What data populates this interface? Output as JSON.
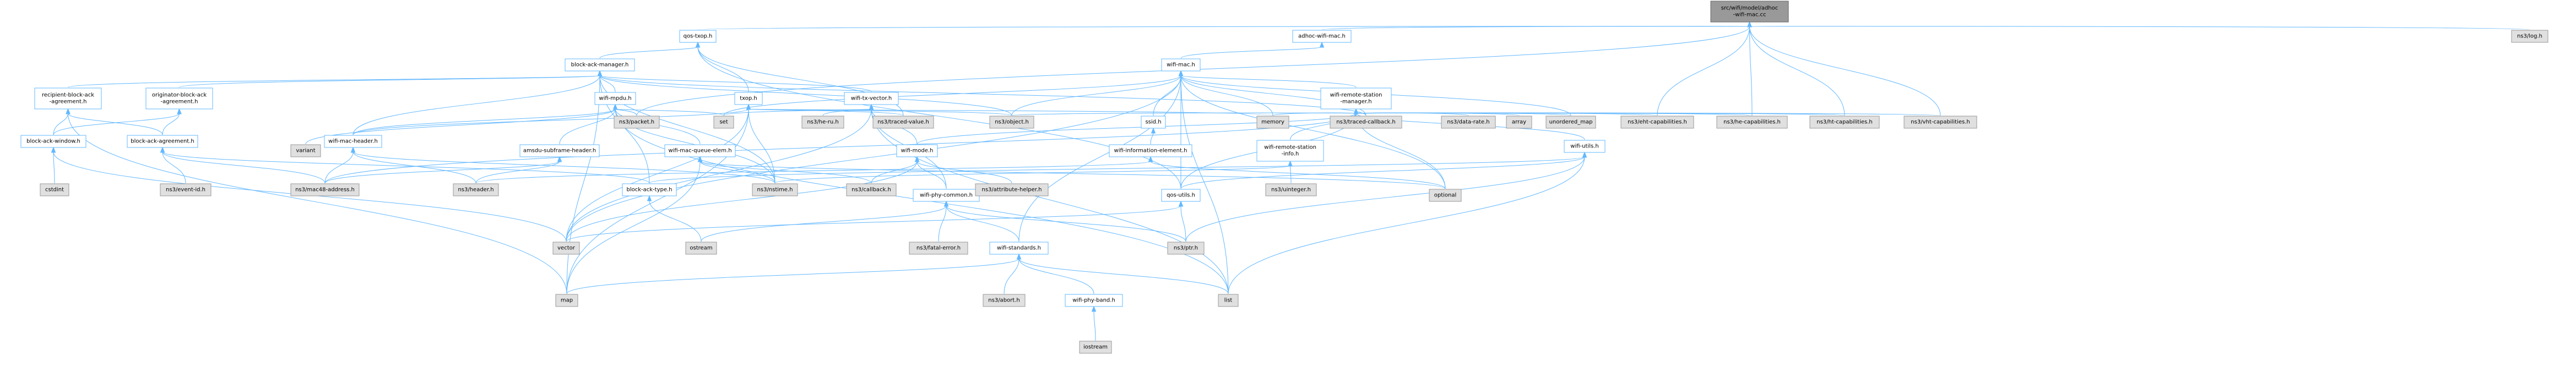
{
  "graph": {
    "colors": {
      "root_fill": "#999999",
      "root_border": "#666666",
      "file_fill": "#ffffff",
      "file_border": "#63b8ff",
      "system_fill": "#e0e0e0",
      "system_border": "#999999",
      "edge": "#63b8ff"
    },
    "nodes": [
      {
        "id": "root",
        "label": [
          "src/wifi/model/adhoc",
          "-wifi-mac.cc"
        ],
        "kind": "root"
      },
      {
        "id": "qos-txop-h",
        "label": [
          "qos-txop.h"
        ],
        "kind": "file"
      },
      {
        "id": "adhoc-wifi-mac-h",
        "label": [
          "adhoc-wifi-mac.h"
        ],
        "kind": "file"
      },
      {
        "id": "ns3-log-h",
        "label": [
          "ns3/log.h"
        ],
        "kind": "system"
      },
      {
        "id": "block-ack-manager-h",
        "label": [
          "block-ack-manager.h"
        ],
        "kind": "file"
      },
      {
        "id": "wifi-mac-h",
        "label": [
          "wifi-mac.h"
        ],
        "kind": "file"
      },
      {
        "id": "recipient-block-ack-agreement-h",
        "label": [
          "recipient-block-ack",
          "-agreement.h"
        ],
        "kind": "file"
      },
      {
        "id": "originator-block-ack-agreement-h",
        "label": [
          "originator-block-ack",
          "-agreement.h"
        ],
        "kind": "file"
      },
      {
        "id": "wifi-mpdu-h",
        "label": [
          "wifi-mpdu.h"
        ],
        "kind": "file"
      },
      {
        "id": "wifi-tx-vector-h",
        "label": [
          "wifi-tx-vector.h"
        ],
        "kind": "file"
      },
      {
        "id": "txop-h",
        "label": [
          "txop.h"
        ],
        "kind": "file"
      },
      {
        "id": "ssid-h",
        "label": [
          "ssid.h"
        ],
        "kind": "file"
      },
      {
        "id": "wifi-remote-station-manager-h",
        "label": [
          "wifi-remote-station",
          "-manager.h"
        ],
        "kind": "file"
      },
      {
        "id": "block-ack-window-h",
        "label": [
          "block-ack-window.h"
        ],
        "kind": "file"
      },
      {
        "id": "block-ack-agreement-h",
        "label": [
          "block-ack-agreement.h"
        ],
        "kind": "file"
      },
      {
        "id": "amsdu-subframe-header-h",
        "label": [
          "amsdu-subframe-header.h"
        ],
        "kind": "file"
      },
      {
        "id": "wifi-mac-header-h",
        "label": [
          "wifi-mac-header.h"
        ],
        "kind": "file"
      },
      {
        "id": "wifi-mac-queue-elem-h",
        "label": [
          "wifi-mac-queue-elem.h"
        ],
        "kind": "file"
      },
      {
        "id": "wifi-mode-h",
        "label": [
          "wifi-mode.h"
        ],
        "kind": "file"
      },
      {
        "id": "wifi-information-element-h",
        "label": [
          "wifi-information-element.h"
        ],
        "kind": "file"
      },
      {
        "id": "wifi-remote-station-info-h",
        "label": [
          "wifi-remote-station",
          "-info.h"
        ],
        "kind": "file"
      },
      {
        "id": "wifi-utils-h",
        "label": [
          "wifi-utils.h"
        ],
        "kind": "file"
      },
      {
        "id": "cstdint",
        "label": [
          "cstdint"
        ],
        "kind": "system"
      },
      {
        "id": "ns3-event-id-h",
        "label": [
          "ns3/event-id.h"
        ],
        "kind": "system"
      },
      {
        "id": "ns3-mac48-address-h",
        "label": [
          "ns3/mac48-address.h"
        ],
        "kind": "system"
      },
      {
        "id": "ns3-header-h",
        "label": [
          "ns3/header.h"
        ],
        "kind": "system"
      },
      {
        "id": "variant",
        "label": [
          "variant"
        ],
        "kind": "system"
      },
      {
        "id": "block-ack-type-h",
        "label": [
          "block-ack-type.h"
        ],
        "kind": "file"
      },
      {
        "id": "ns3-nstime-h",
        "label": [
          "ns3/nstime.h"
        ],
        "kind": "system"
      },
      {
        "id": "ns3-callback-h",
        "label": [
          "ns3/callback.h"
        ],
        "kind": "system"
      },
      {
        "id": "wifi-phy-common-h",
        "label": [
          "wifi-phy-common.h"
        ],
        "kind": "file"
      },
      {
        "id": "ns3-attribute-helper-h",
        "label": [
          "ns3/attribute-helper.h"
        ],
        "kind": "system"
      },
      {
        "id": "qos-utils-h",
        "label": [
          "qos-utils.h"
        ],
        "kind": "file"
      },
      {
        "id": "ns3-uinteger-h",
        "label": [
          "ns3/uinteger.h"
        ],
        "kind": "system"
      },
      {
        "id": "ns3-packet-h",
        "label": [
          "ns3/packet.h"
        ],
        "kind": "system"
      },
      {
        "id": "set",
        "label": [
          "set"
        ],
        "kind": "system"
      },
      {
        "id": "ns3-he-ru-h",
        "label": [
          "ns3/he-ru.h"
        ],
        "kind": "system"
      },
      {
        "id": "ns3-traced-value-h",
        "label": [
          "ns3/traced-value.h"
        ],
        "kind": "system"
      },
      {
        "id": "ns3-object-h",
        "label": [
          "ns3/object.h"
        ],
        "kind": "system"
      },
      {
        "id": "memory",
        "label": [
          "memory"
        ],
        "kind": "system"
      },
      {
        "id": "ns3-traced-callback-h",
        "label": [
          "ns3/traced-callback.h"
        ],
        "kind": "system"
      },
      {
        "id": "ns3-data-rate-h",
        "label": [
          "ns3/data-rate.h"
        ],
        "kind": "system"
      },
      {
        "id": "array",
        "label": [
          "array"
        ],
        "kind": "system"
      },
      {
        "id": "unordered_map",
        "label": [
          "unordered_map"
        ],
        "kind": "system"
      },
      {
        "id": "ns3-eht-capabilities-h",
        "label": [
          "ns3/eht-capabilities.h"
        ],
        "kind": "system"
      },
      {
        "id": "ns3-he-capabilities-h",
        "label": [
          "ns3/he-capabilities.h"
        ],
        "kind": "system"
      },
      {
        "id": "ns3-ht-capabilities-h",
        "label": [
          "ns3/ht-capabilities.h"
        ],
        "kind": "system"
      },
      {
        "id": "ns3-vht-capabilities-h",
        "label": [
          "ns3/vht-capabilities.h"
        ],
        "kind": "system"
      },
      {
        "id": "optional",
        "label": [
          "optional"
        ],
        "kind": "system"
      },
      {
        "id": "ostream",
        "label": [
          "ostream"
        ],
        "kind": "system"
      },
      {
        "id": "ns3-fatal-error-h",
        "label": [
          "ns3/fatal-error.h"
        ],
        "kind": "system"
      },
      {
        "id": "wifi-standards-h",
        "label": [
          "wifi-standards.h"
        ],
        "kind": "file"
      },
      {
        "id": "ns3-ptr-h",
        "label": [
          "ns3/ptr.h"
        ],
        "kind": "system"
      },
      {
        "id": "vector",
        "label": [
          "vector"
        ],
        "kind": "system"
      },
      {
        "id": "map",
        "label": [
          "map"
        ],
        "kind": "system"
      },
      {
        "id": "ns3-abort-h",
        "label": [
          "ns3/abort.h"
        ],
        "kind": "system"
      },
      {
        "id": "list",
        "label": [
          "list"
        ],
        "kind": "system"
      },
      {
        "id": "wifi-phy-band-h",
        "label": [
          "wifi-phy-band.h"
        ],
        "kind": "file"
      },
      {
        "id": "iostream",
        "label": [
          "iostream"
        ],
        "kind": "system"
      }
    ],
    "edges": [
      [
        "root",
        "qos-txop-h"
      ],
      [
        "root",
        "adhoc-wifi-mac-h"
      ],
      [
        "root",
        "ns3-log-h"
      ],
      [
        "root",
        "ns3-packet-h"
      ],
      [
        "root",
        "ns3-eht-capabilities-h"
      ],
      [
        "root",
        "ns3-he-capabilities-h"
      ],
      [
        "root",
        "ns3-ht-capabilities-h"
      ],
      [
        "root",
        "ns3-vht-capabilities-h"
      ],
      [
        "qos-txop-h",
        "block-ack-manager-h"
      ],
      [
        "qos-txop-h",
        "txop-h"
      ],
      [
        "qos-txop-h",
        "qos-utils-h"
      ],
      [
        "qos-txop-h",
        "ns3-traced-value-h"
      ],
      [
        "adhoc-wifi-mac-h",
        "wifi-mac-h"
      ],
      [
        "block-ack-manager-h",
        "recipient-block-ack-agreement-h"
      ],
      [
        "block-ack-manager-h",
        "originator-block-ack-agreement-h"
      ],
      [
        "block-ack-manager-h",
        "wifi-mpdu-h"
      ],
      [
        "block-ack-manager-h",
        "wifi-tx-vector-h"
      ],
      [
        "block-ack-manager-h",
        "wifi-mac-header-h"
      ],
      [
        "block-ack-manager-h",
        "block-ack-type-h"
      ],
      [
        "block-ack-manager-h",
        "ns3-nstime-h"
      ],
      [
        "block-ack-manager-h",
        "ns3-object-h"
      ],
      [
        "block-ack-manager-h",
        "ns3-traced-callback-h"
      ],
      [
        "block-ack-manager-h",
        "map"
      ],
      [
        "recipient-block-ack-agreement-h",
        "block-ack-window-h"
      ],
      [
        "recipient-block-ack-agreement-h",
        "block-ack-agreement-h"
      ],
      [
        "recipient-block-ack-agreement-h",
        "map"
      ],
      [
        "originator-block-ack-agreement-h",
        "block-ack-window-h"
      ],
      [
        "originator-block-ack-agreement-h",
        "block-ack-agreement-h"
      ],
      [
        "block-ack-window-h",
        "cstdint"
      ],
      [
        "block-ack-window-h",
        "vector"
      ],
      [
        "block-ack-agreement-h",
        "block-ack-type-h"
      ],
      [
        "block-ack-agreement-h",
        "ns3-event-id-h"
      ],
      [
        "block-ack-agreement-h",
        "ns3-mac48-address-h"
      ],
      [
        "wifi-mpdu-h",
        "amsdu-subframe-header-h"
      ],
      [
        "wifi-mpdu-h",
        "wifi-mac-header-h"
      ],
      [
        "wifi-mpdu-h",
        "wifi-mac-queue-elem-h"
      ],
      [
        "wifi-mpdu-h",
        "ns3-packet-h"
      ],
      [
        "wifi-mpdu-h",
        "ns3-nstime-h"
      ],
      [
        "wifi-mpdu-h",
        "set"
      ],
      [
        "wifi-mpdu-h",
        "list"
      ],
      [
        "wifi-mpdu-h",
        "variant"
      ],
      [
        "amsdu-subframe-header-h",
        "ns3-header-h"
      ],
      [
        "amsdu-subframe-header-h",
        "ns3-mac48-address-h"
      ],
      [
        "wifi-mac-header-h",
        "ns3-header-h"
      ],
      [
        "wifi-mac-header-h",
        "ns3-mac48-address-h"
      ],
      [
        "wifi-mac-header-h",
        "ns3-nstime-h"
      ],
      [
        "wifi-mac-queue-elem-h",
        "ns3-nstime-h"
      ],
      [
        "wifi-mac-queue-elem-h",
        "ns3-callback-h"
      ],
      [
        "wifi-mac-queue-elem-h",
        "map"
      ],
      [
        "wifi-mac-queue-elem-h",
        "optional"
      ],
      [
        "wifi-tx-vector-h",
        "wifi-mode-h"
      ],
      [
        "wifi-tx-vector-h",
        "wifi-phy-common-h"
      ],
      [
        "wifi-tx-vector-h",
        "ns3-he-ru-h"
      ],
      [
        "wifi-tx-vector-h",
        "list"
      ],
      [
        "wifi-tx-vector-h",
        "set"
      ],
      [
        "wifi-tx-vector-h",
        "vector"
      ],
      [
        "wifi-mode-h",
        "wifi-phy-common-h"
      ],
      [
        "wifi-mode-h",
        "ns3-attribute-helper-h"
      ],
      [
        "wifi-mode-h",
        "ns3-callback-h"
      ],
      [
        "wifi-mode-h",
        "vector"
      ],
      [
        "wifi-phy-common-h",
        "wifi-standards-h"
      ],
      [
        "wifi-phy-common-h",
        "ns3-fatal-error-h"
      ],
      [
        "wifi-phy-common-h",
        "ns3-ptr-h"
      ],
      [
        "wifi-phy-common-h",
        "ostream"
      ],
      [
        "wifi-standards-h",
        "wifi-phy-band-h"
      ],
      [
        "wifi-standards-h",
        "ns3-abort-h"
      ],
      [
        "wifi-standards-h",
        "list"
      ],
      [
        "wifi-standards-h",
        "map"
      ],
      [
        "wifi-phy-band-h",
        "iostream"
      ],
      [
        "txop-h",
        "wifi-mac-header-h"
      ],
      [
        "txop-h",
        "ns3-nstime-h"
      ],
      [
        "txop-h",
        "ns3-object-h"
      ],
      [
        "txop-h",
        "ns3-traced-value-h"
      ],
      [
        "txop-h",
        "map"
      ],
      [
        "txop-h",
        "memory"
      ],
      [
        "txop-h",
        "vector"
      ],
      [
        "wifi-mac-h",
        "ssid-h"
      ],
      [
        "wifi-mac-h",
        "wifi-remote-station-manager-h"
      ],
      [
        "wifi-mac-h",
        "qos-utils-h"
      ],
      [
        "wifi-mac-h",
        "wifi-standards-h"
      ],
      [
        "wifi-mac-h",
        "ns3-traced-callback-h"
      ],
      [
        "wifi-mac-h",
        "list"
      ],
      [
        "wifi-mac-h",
        "memory"
      ],
      [
        "wifi-mac-h",
        "optional"
      ],
      [
        "wifi-mac-h",
        "set"
      ],
      [
        "wifi-mac-h",
        "unordered_map"
      ],
      [
        "wifi-mac-h",
        "ns3-object-h"
      ],
      [
        "wifi-mac-h",
        "vector"
      ],
      [
        "ssid-h",
        "wifi-information-element-h"
      ],
      [
        "wifi-information-element-h",
        "ns3-header-h"
      ],
      [
        "wifi-information-element-h",
        "optional"
      ],
      [
        "wifi-remote-station-manager-h",
        "wifi-mode-h"
      ],
      [
        "wifi-remote-station-manager-h",
        "wifi-remote-station-info-h"
      ],
      [
        "wifi-remote-station-manager-h",
        "wifi-utils-h"
      ],
      [
        "wifi-remote-station-manager-h",
        "qos-utils-h"
      ],
      [
        "wifi-remote-station-manager-h",
        "ns3-data-rate-h"
      ],
      [
        "wifi-remote-station-manager-h",
        "ns3-eht-capabilities-h"
      ],
      [
        "wifi-remote-station-manager-h",
        "ns3-he-capabilities-h"
      ],
      [
        "wifi-remote-station-manager-h",
        "ns3-ht-capabilities-h"
      ],
      [
        "wifi-remote-station-manager-h",
        "ns3-vht-capabilities-h"
      ],
      [
        "wifi-remote-station-manager-h",
        "ns3-mac48-address-h"
      ],
      [
        "wifi-remote-station-manager-h",
        "ns3-object-h"
      ],
      [
        "wifi-remote-station-manager-h",
        "ns3-traced-callback-h"
      ],
      [
        "wifi-remote-station-manager-h",
        "array"
      ],
      [
        "wifi-remote-station-manager-h",
        "memory"
      ],
      [
        "wifi-remote-station-manager-h",
        "optional"
      ],
      [
        "wifi-remote-station-manager-h",
        "unordered_map"
      ],
      [
        "wifi-remote-station-info-h",
        "ns3-nstime-h"
      ],
      [
        "wifi-remote-station-info-h",
        "ns3-uinteger-h"
      ],
      [
        "wifi-utils-h",
        "block-ack-type-h"
      ],
      [
        "wifi-utils-h",
        "qos-utils-h"
      ],
      [
        "wifi-utils-h",
        "ns3-ptr-h"
      ],
      [
        "wifi-utils-h",
        "list"
      ],
      [
        "qos-utils-h",
        "ns3-ptr-h"
      ],
      [
        "qos-utils-h",
        "vector"
      ],
      [
        "block-ack-type-h",
        "ostream"
      ]
    ]
  }
}
